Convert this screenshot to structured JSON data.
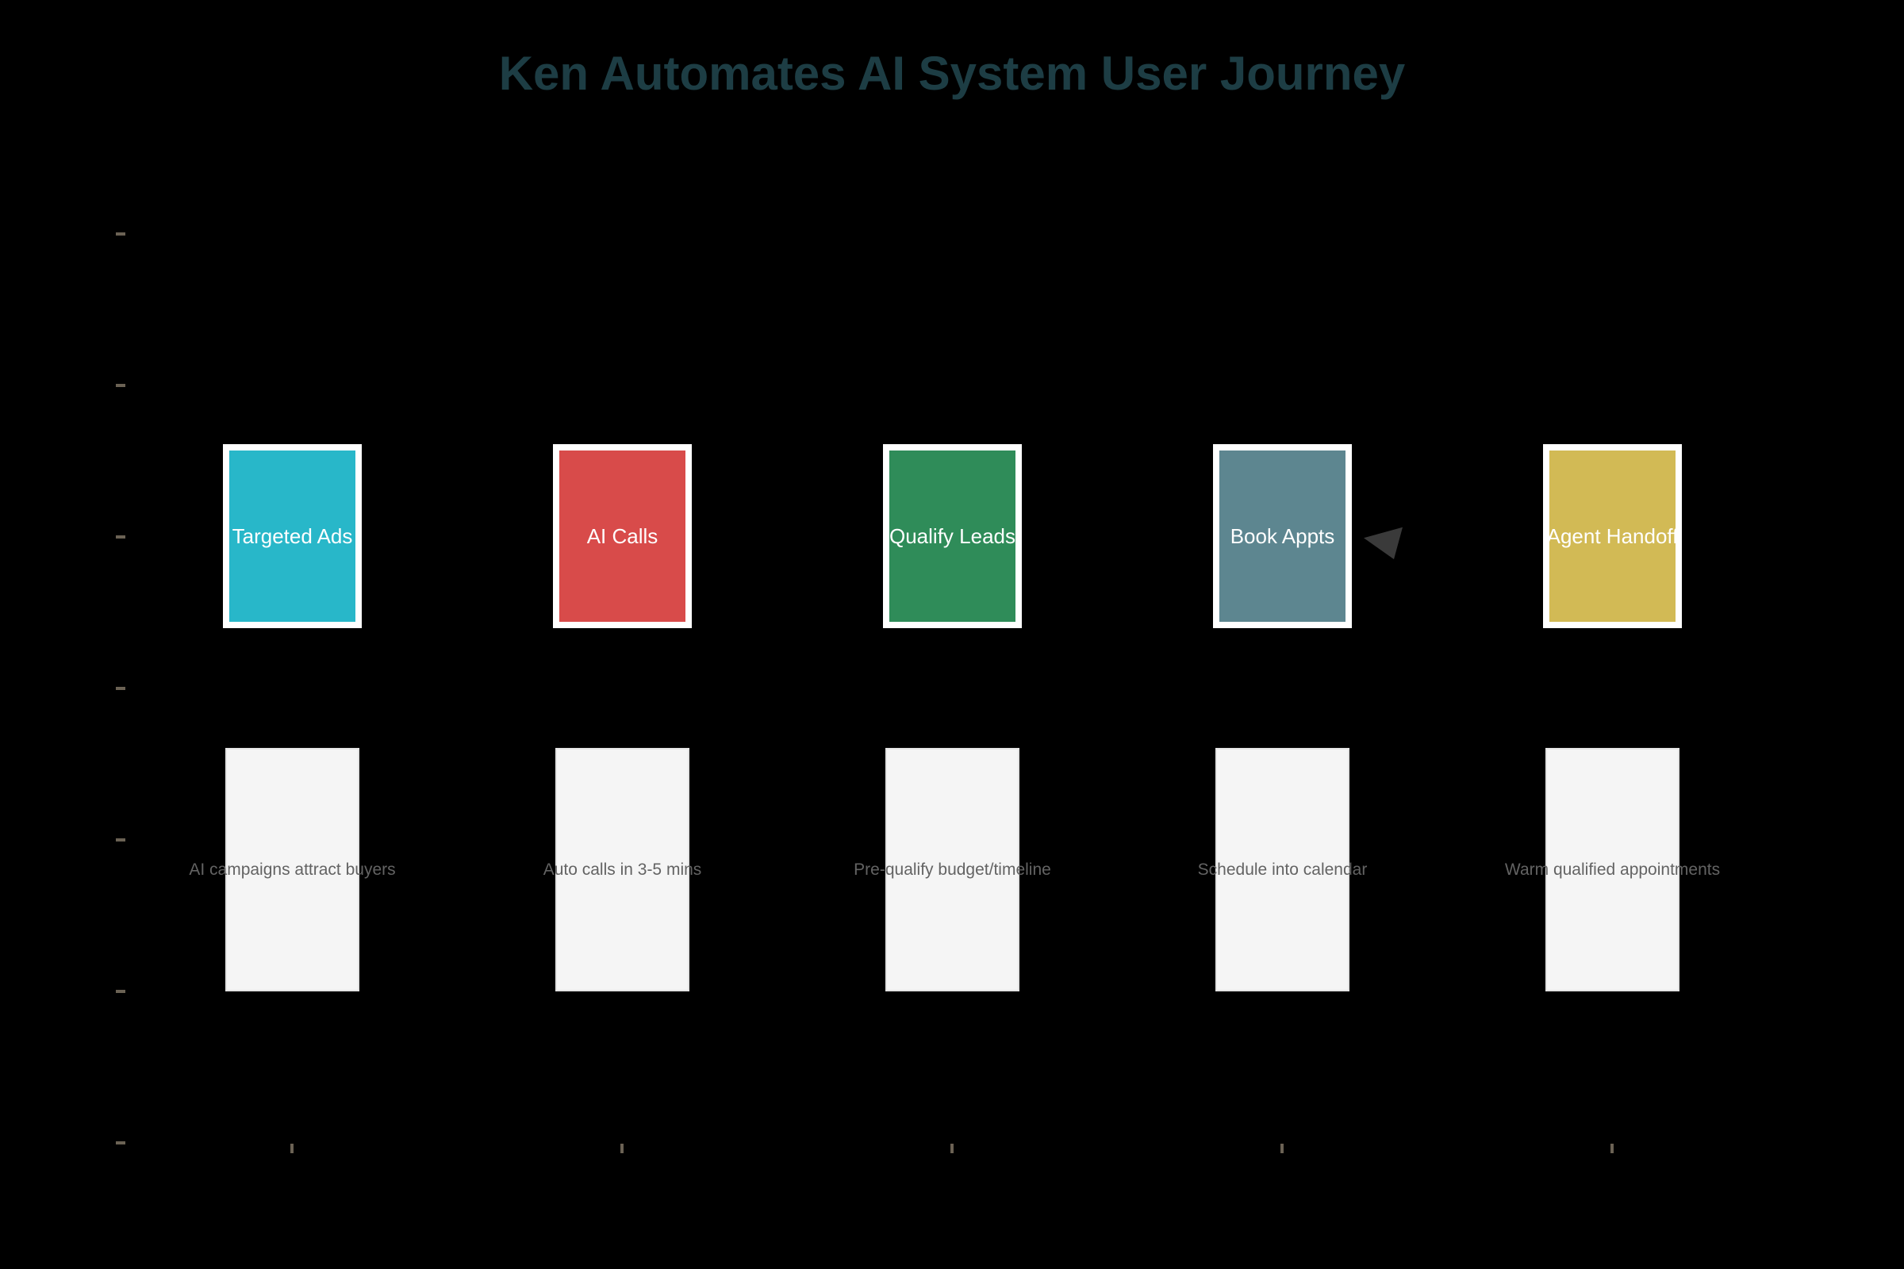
{
  "title": {
    "text": "Ken Automates AI System User Journey",
    "color": "#1d3d44"
  },
  "stages": [
    {
      "label": "Targeted Ads",
      "description": "AI campaigns attract buyers",
      "color": "#28b7c9"
    },
    {
      "label": "AI Calls",
      "description": "Auto calls in 3-5 mins",
      "color": "#d84b4a"
    },
    {
      "label": "Qualify Leads",
      "description": "Pre-qualify budget/timeline",
      "color": "#2f8c59"
    },
    {
      "label": "Book Appts",
      "description": "Schedule into calendar",
      "color": "#5d8690"
    },
    {
      "label": "Agent Handoff",
      "description": "Warm qualified appointments",
      "color": "#d2ba55"
    }
  ],
  "palette": {
    "background": "#000000",
    "box_border": "#ffffff",
    "stage_label_text": "#ffffff",
    "desc_box_bg": "#f5f5f5",
    "desc_box_border": "#e3e3e3",
    "desc_text": "#636363",
    "tick": "#6b6254",
    "arrowhead": "#3a3a3a"
  },
  "axes": {
    "y_tick_count": 7,
    "y_tick_positions": [
      295,
      486,
      677,
      868,
      1059,
      1250,
      1441
    ],
    "x_tick_count": 5,
    "x_tick_positions": [
      368,
      784,
      1200,
      1616,
      2032
    ]
  },
  "arrowhead": {
    "name": "left-pointing-arrowhead",
    "color": "#3a3a3a"
  }
}
